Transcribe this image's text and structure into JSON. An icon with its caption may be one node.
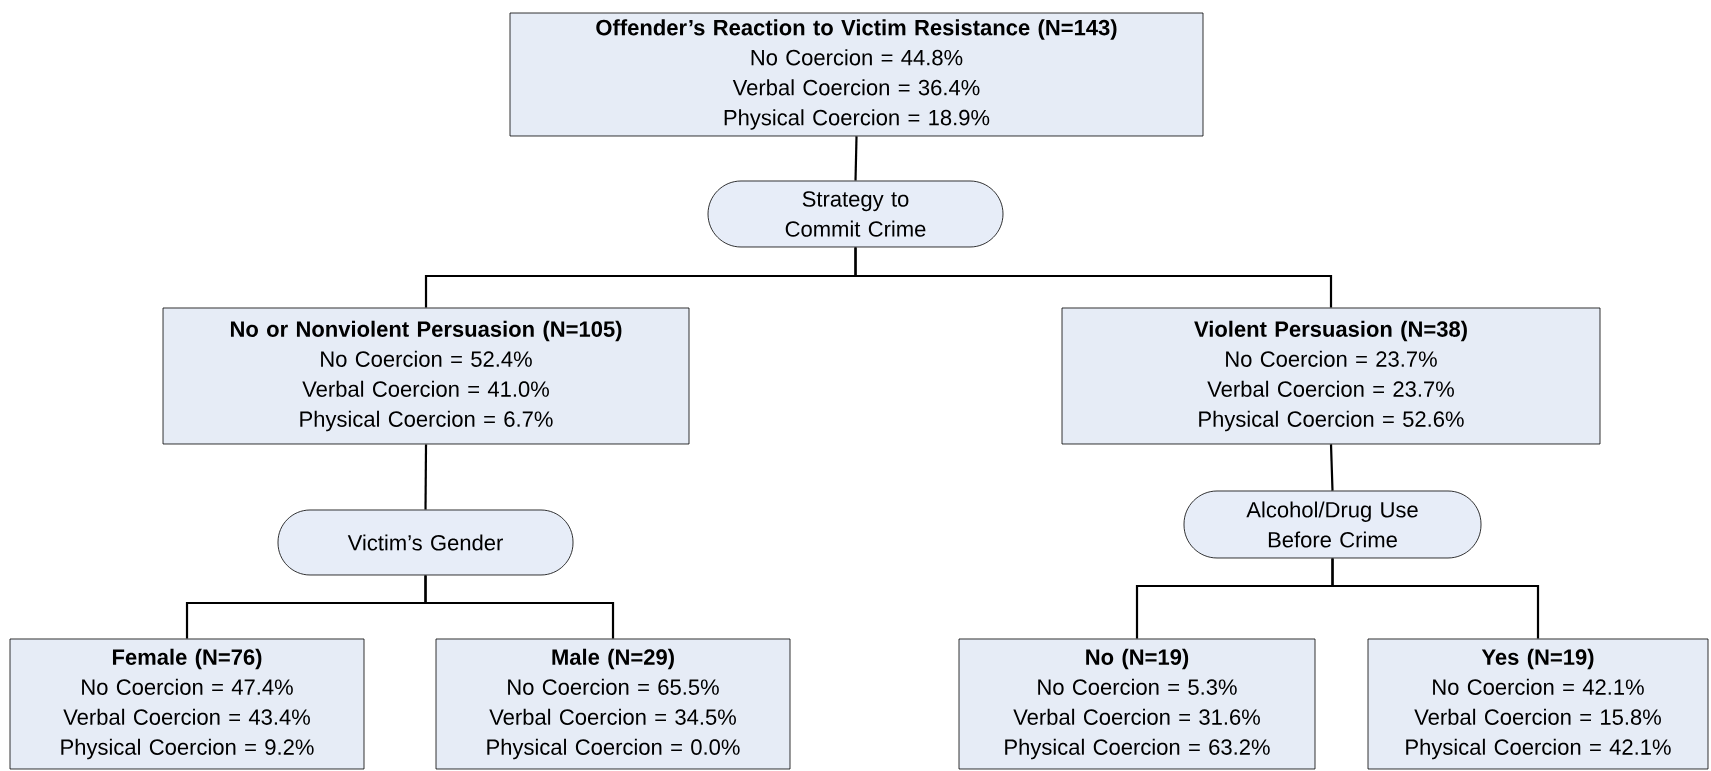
{
  "diagram": {
    "nodes": [
      {
        "text": [
          "Offender’s Reaction to Victim Resistance (N=143)",
          "No Coercion = 44.8%",
          "Verbal Coercion = 36.4%",
          "Physical Coercion = 18.9%"
        ]
      },
      {
        "text": [
          "Strategy to Commit Crime"
        ]
      },
      {
        "text": [
          "No or Nonviolent Persuasion (N=105)",
          "No Coercion = 52.4%",
          "Verbal Coercion = 41.0%",
          "Physical Coercion = 6.7%"
        ]
      },
      {
        "text": [
          "Violent Persuasion (N=38)",
          "No Coercion = 23.7%",
          "Verbal Coercion = 23.7%",
          "Physical Coercion = 52.6%"
        ]
      },
      {
        "text": [
          "Victim’s Gender"
        ]
      },
      {
        "text": [
          "Alcohol/Drug Use Before Crime"
        ]
      },
      {
        "text": [
          "Female (N=76)",
          "No Coercion = 47.4%",
          "Verbal Coercion = 43.4%",
          "Physical Coercion = 9.2%"
        ]
      },
      {
        "text": [
          "Male (N=29)",
          "No Coercion = 65.5%",
          "Verbal Coercion = 34.5%",
          "Physical Coercion = 0.0%"
        ]
      },
      {
        "text": [
          "No (N=19)",
          "No Coercion = 5.3%",
          "Verbal Coercion = 31.6%",
          "Physical Coercion = 63.2%"
        ]
      },
      {
        "text": [
          "Yes (N=19)",
          "No Coercion = 42.1%",
          "Verbal Coercion = 15.8%",
          "Physical Coercion = 42.1%"
        ]
      }
    ],
    "edges": [
      {
        "from": 0,
        "to": 1,
        "arrow": "none"
      },
      {
        "from": 1,
        "to": 2,
        "arrow": "none"
      },
      {
        "from": 1,
        "to": 3,
        "arrow": "none"
      },
      {
        "from": 2,
        "to": 4,
        "arrow": "none"
      },
      {
        "from": 3,
        "to": 5,
        "arrow": "none"
      },
      {
        "from": 4,
        "to": 6,
        "arrow": "none"
      },
      {
        "from": 4,
        "to": 7,
        "arrow": "none"
      },
      {
        "from": 5,
        "to": 8,
        "arrow": "none"
      },
      {
        "from": 5,
        "to": 9,
        "arrow": "none"
      }
    ]
  }
}
